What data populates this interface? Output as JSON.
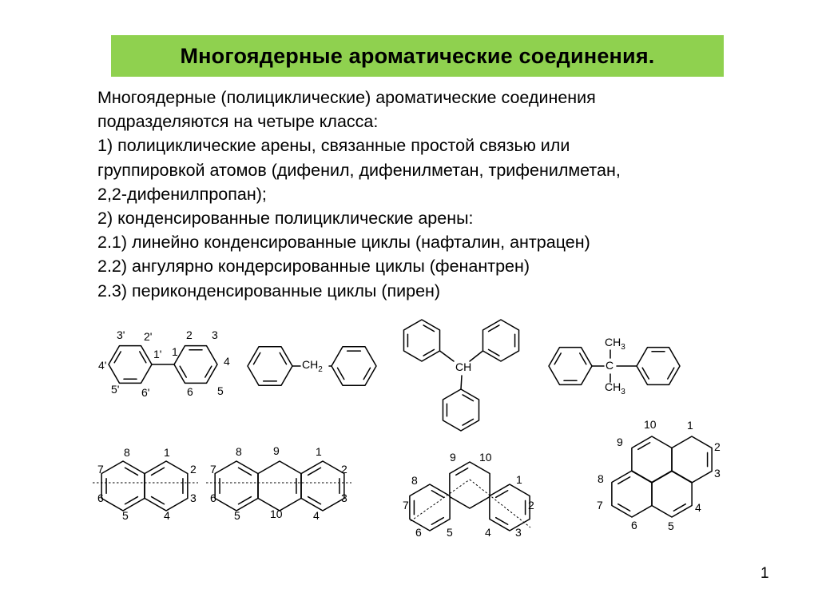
{
  "slide": {
    "title": "Многоядерные ароматические соединения.",
    "paragraph_lines": [
      "Многоядерные (полициклические) ароматические соединения",
      "подразделяются на четыре класса:",
      "1) полициклические арены, связанные простой связью или",
      "группировкой атомов (дифенил, дифенилметан, трифенилметан,",
      "2,2-дифенилпропан);",
      "2) конденсированные полициклические арены:",
      "2.1) линейно конденсированные циклы (нафталин, антрацен)",
      "2.2) ангулярно кондерсированные циклы (фенантрен)",
      "2.3) периконденсированные циклы (пирен)"
    ],
    "page_number": "1"
  },
  "structures": {
    "biphenyl": {
      "labels": {
        "p3": "3'",
        "p2": "2'",
        "p4": "4'",
        "p5": "5'",
        "p6": "6'",
        "p1": "1'",
        "n1": "1",
        "n2": "2",
        "n3": "3",
        "n4": "4",
        "n5": "5",
        "n6": "6"
      }
    },
    "diphenylmethane": {
      "group": "CH",
      "subscript": "2"
    },
    "triphenylmethane": {
      "group": "CH"
    },
    "diphenylpropane": {
      "center": "C",
      "methyl": "CH",
      "methyl_sub": "3"
    },
    "naphthalene": {
      "labels": [
        "1",
        "2",
        "3",
        "4",
        "5",
        "6",
        "7",
        "8"
      ]
    },
    "anthracene": {
      "labels": [
        "1",
        "2",
        "3",
        "4",
        "10",
        "5",
        "6",
        "7",
        "8",
        "9"
      ]
    },
    "phenanthrene": {
      "labels": [
        "9",
        "10",
        "1",
        "2",
        "3",
        "4",
        "5",
        "6",
        "7",
        "8"
      ]
    },
    "pyrene": {
      "labels": [
        "10",
        "1",
        "2",
        "3",
        "4",
        "5",
        "6",
        "7",
        "8",
        "9"
      ]
    }
  }
}
